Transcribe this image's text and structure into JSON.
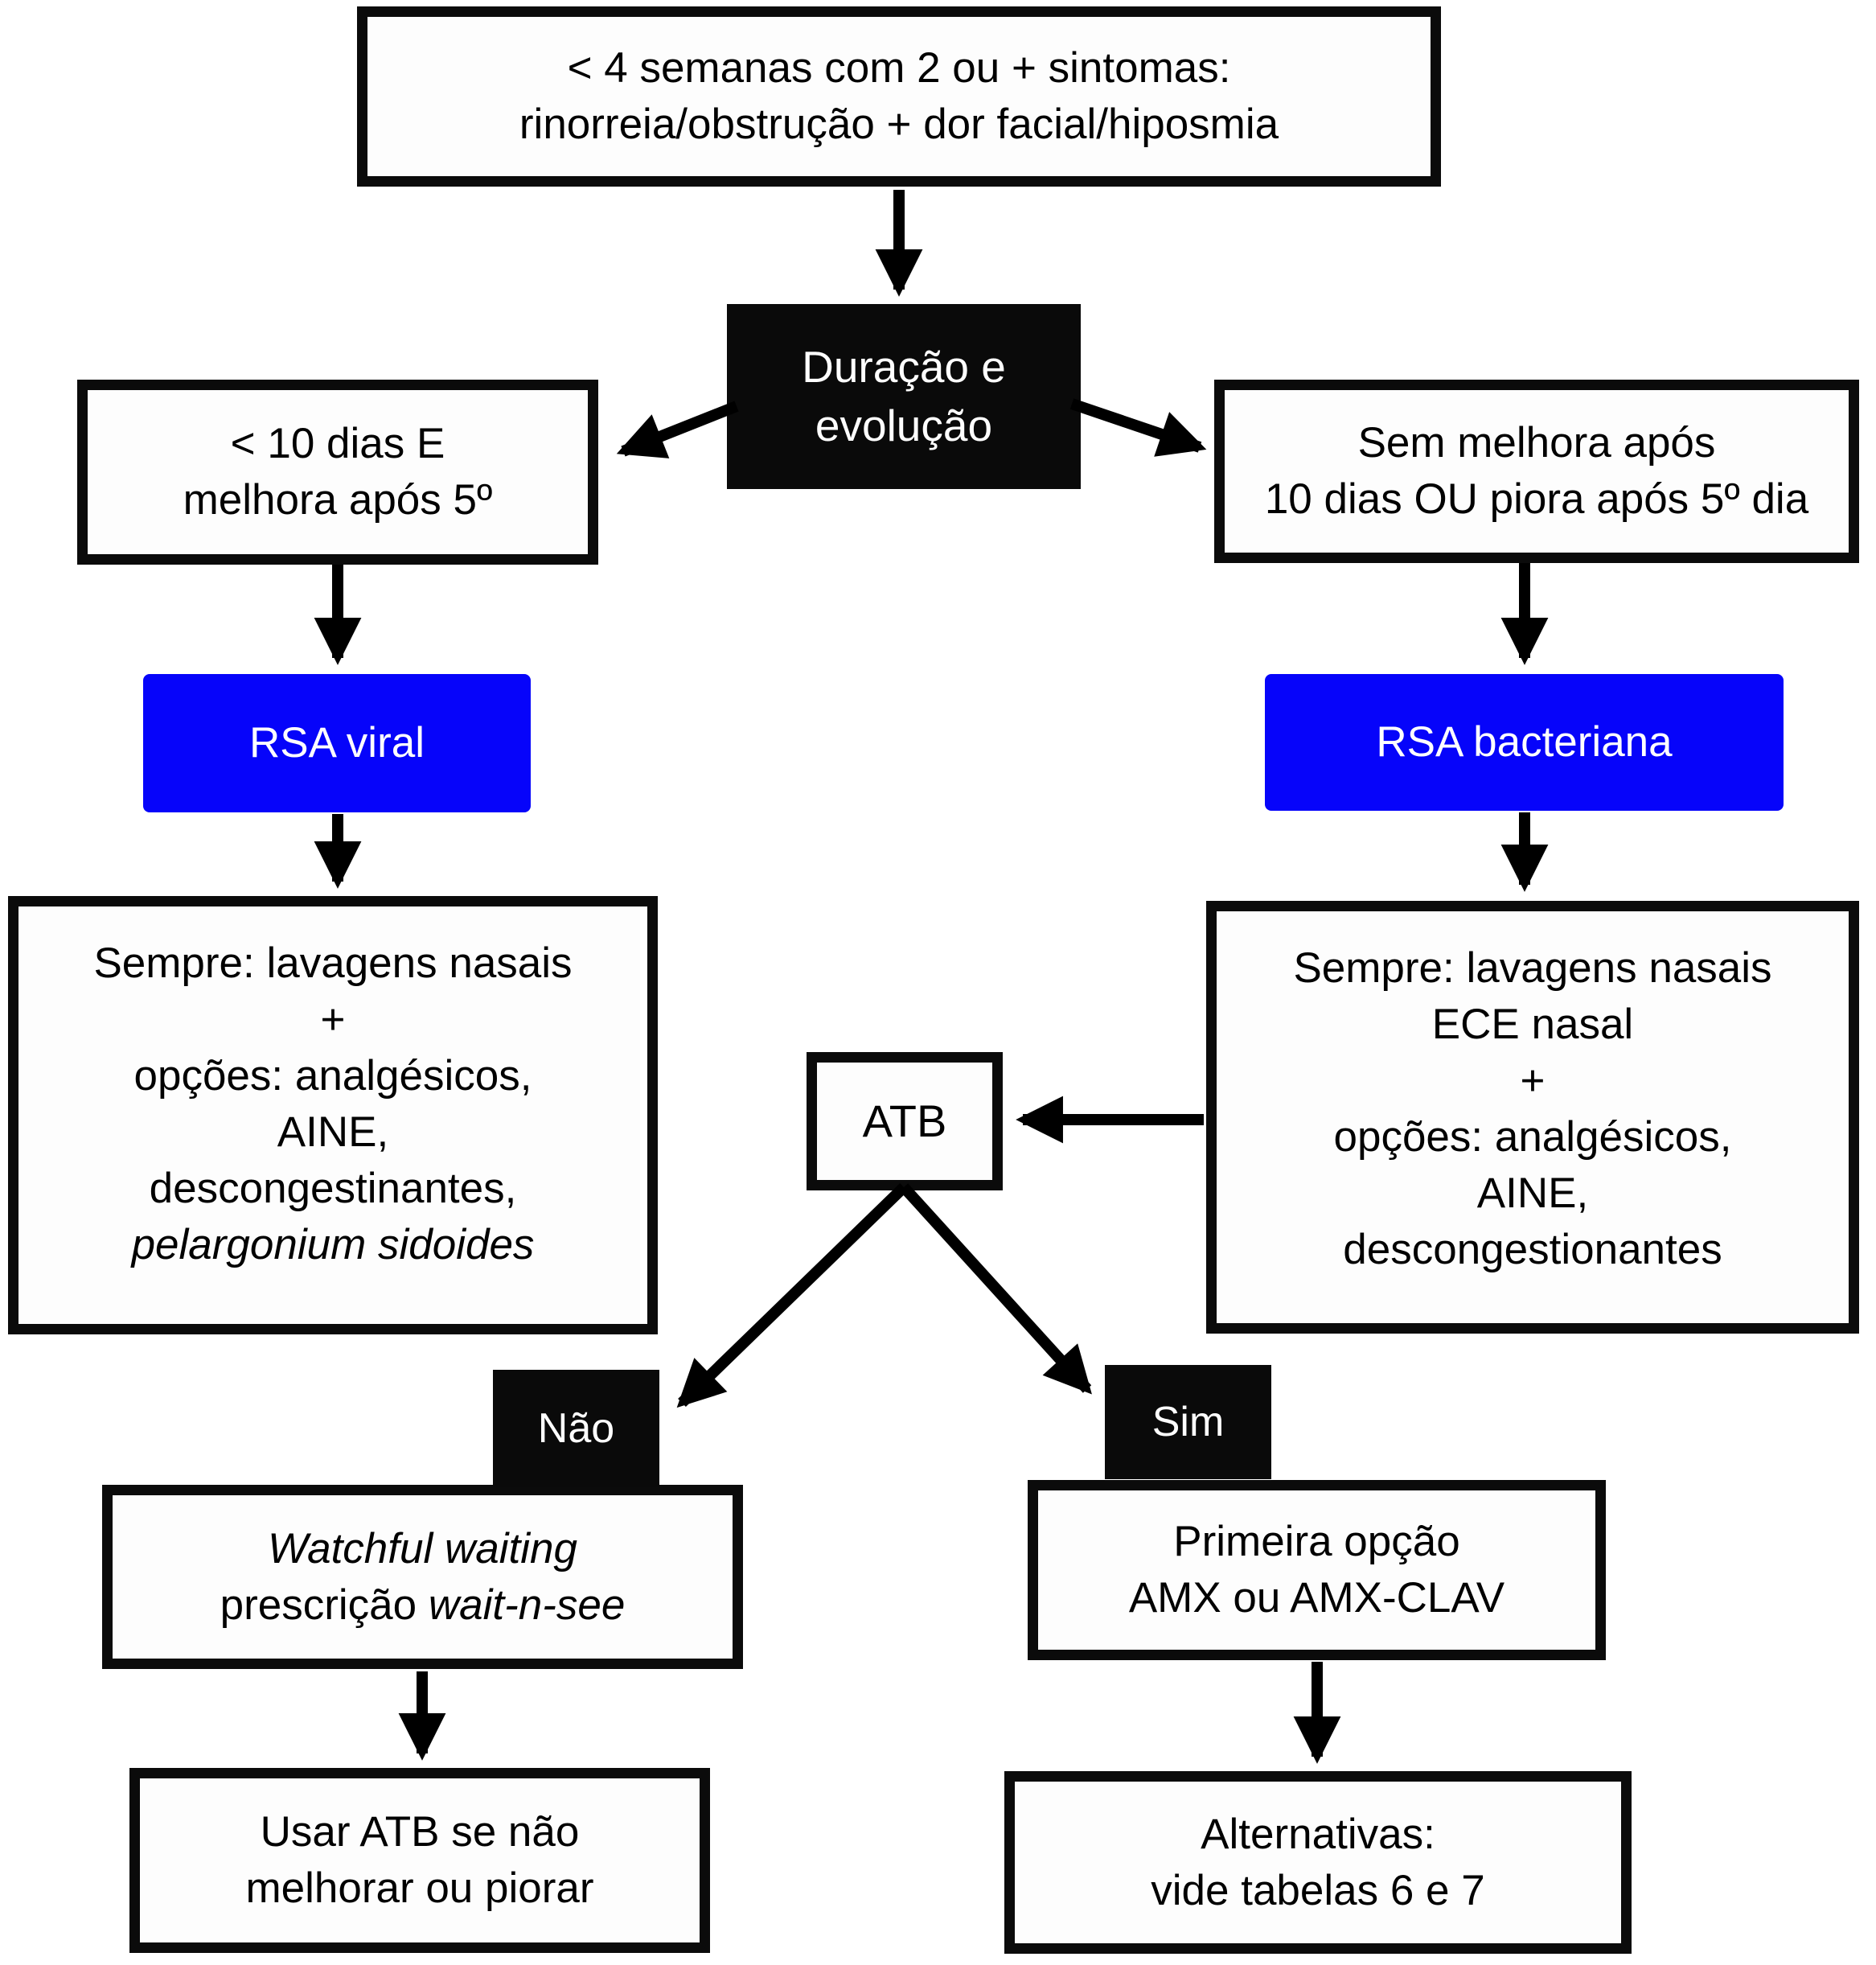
{
  "flowchart": {
    "colors": {
      "accent_blue": "#0604FA",
      "node_black": "#0a0a0a",
      "line_black": "#000000"
    },
    "nodes": {
      "symptoms": {
        "lines": [
          "< 4 semanas com 2 ou + sintomas:",
          "rinorreia/obstrução + dor facial/hiposmia"
        ]
      },
      "duration": {
        "lines": [
          "Duração e",
          "evolução"
        ]
      },
      "viral_criteria": {
        "lines": [
          "< 10 dias E",
          "melhora após 5º"
        ]
      },
      "bacterial_criteria": {
        "lines": [
          "Sem melhora após",
          "10 dias OU piora após 5º dia"
        ]
      },
      "rsa_viral": {
        "label": "RSA viral"
      },
      "rsa_bacteriana": {
        "label": "RSA bacteriana"
      },
      "viral_treatment": {
        "lines": [
          "Sempre: lavagens nasais",
          "+",
          "opções: analgésicos,",
          "AINE,",
          "descongestinantes,",
          "pelargonium sidoides"
        ]
      },
      "bacterial_treatment": {
        "lines": [
          "Sempre: lavagens nasais",
          "ECE nasal",
          "+",
          "opções: analgésicos,",
          "AINE,",
          "descongestionantes"
        ]
      },
      "atb": {
        "label": "ATB"
      },
      "no": {
        "label": "Não"
      },
      "yes": {
        "label": "Sim"
      },
      "watchful": {
        "line1": "Watchful waiting",
        "line2_normal": "prescrição",
        "line2_italic": "wait-n-see"
      },
      "first_option": {
        "lines": [
          "Primeira opção",
          "AMX ou AMX-CLAV"
        ]
      },
      "use_atb": {
        "lines": [
          "Usar ATB se não",
          "melhorar ou piorar"
        ]
      },
      "alternatives": {
        "lines": [
          "Alternativas:",
          "vide tabelas 6 e 7"
        ]
      }
    }
  }
}
